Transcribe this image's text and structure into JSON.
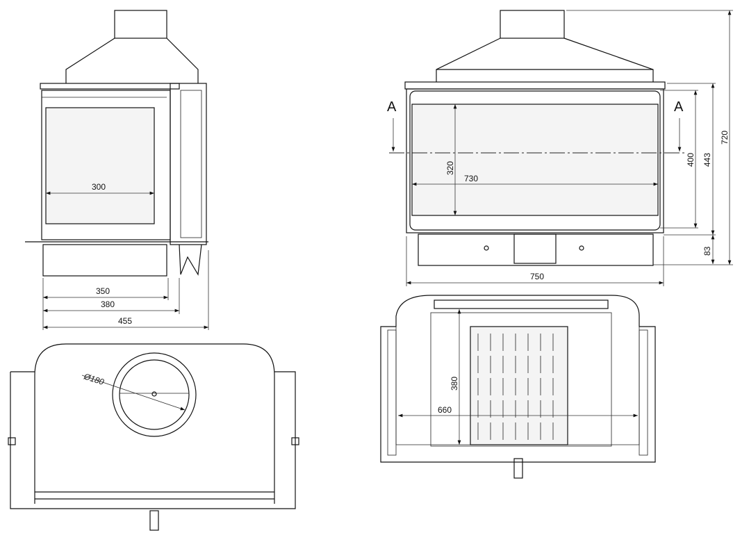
{
  "side_view": {
    "dims": {
      "glass_depth": "300",
      "base_depth": "350",
      "body_depth": "380",
      "total_depth": "455"
    }
  },
  "front_view": {
    "section_marker_left": "A",
    "section_marker_right": "A",
    "dims": {
      "glass_height": "320",
      "glass_width": "730",
      "total_width": "750",
      "door_height": "400",
      "body_height": "443",
      "base_height": "83",
      "total_height": "720"
    }
  },
  "top_view": {
    "dims": {
      "flue_diameter": "Ø180"
    }
  },
  "section_view": {
    "dims": {
      "firebox_depth": "380",
      "firebox_width": "660"
    }
  }
}
